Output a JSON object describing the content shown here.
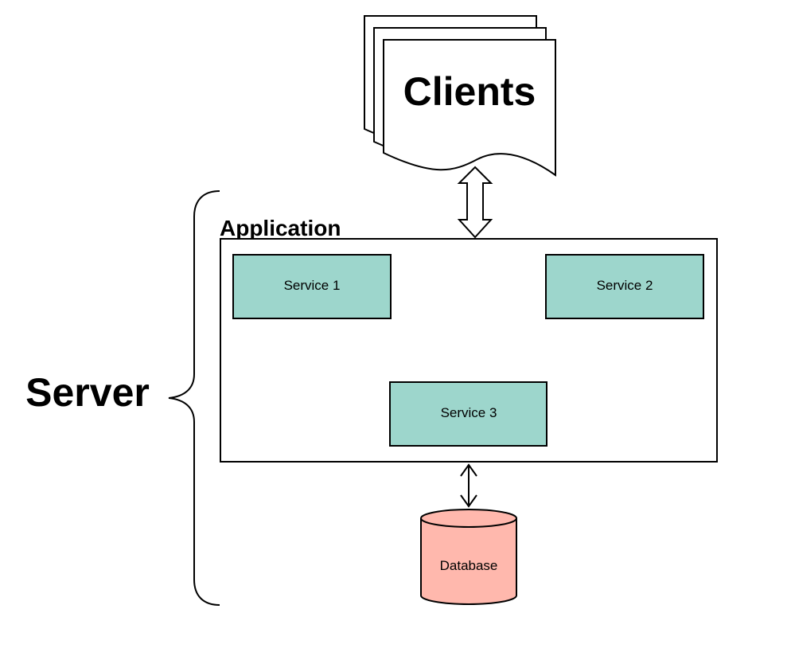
{
  "labels": {
    "clients": "Clients",
    "application": "Application",
    "server": "Server",
    "database": "Database"
  },
  "services": [
    {
      "label": "Service 1"
    },
    {
      "label": "Service 2"
    },
    {
      "label": "Service 3"
    }
  ],
  "colors": {
    "service_fill": "#9dd6cc",
    "database_fill": "#ffb8ad",
    "stroke": "#000000",
    "background": "#ffffff"
  }
}
